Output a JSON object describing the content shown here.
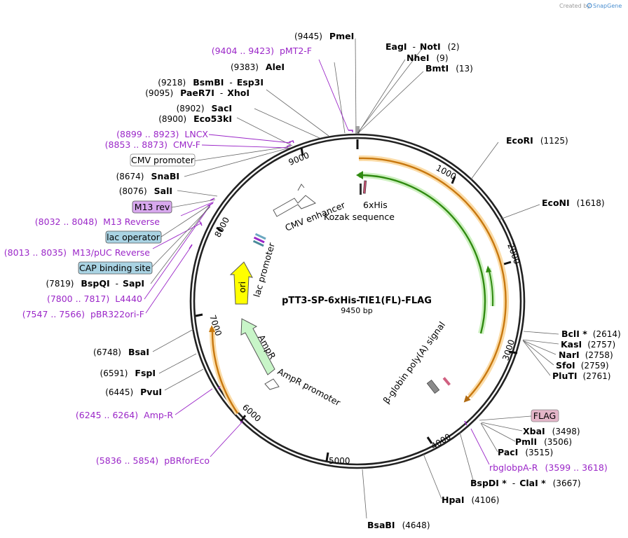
{
  "credit": {
    "created_by": "Created by",
    "brand": "SnapGene"
  },
  "plasmid": {
    "name": "pTT3-SP-6xHis-TIE1(FL)-FLAG",
    "length_label": "9450 bp"
  },
  "ticks": [
    "1000",
    "2000",
    "3000",
    "4000",
    "5000",
    "6000",
    "7000",
    "8000",
    "9000"
  ],
  "sites_right": [
    {
      "pos": "(9445)",
      "name": "PmeI"
    },
    {
      "name": "EagI",
      "sep": "-",
      "name2": "NotI",
      "pos": "(2)"
    },
    {
      "name": "NheI",
      "pos": "(9)"
    },
    {
      "name": "BmtI",
      "pos": "(13)"
    },
    {
      "name": "EcoRI",
      "pos": "(1125)"
    },
    {
      "name": "EcoNI",
      "pos": "(1618)"
    },
    {
      "name": "BclI *",
      "pos": "(2614)"
    },
    {
      "name": "KasI",
      "pos": "(2757)"
    },
    {
      "name": "NarI",
      "pos": "(2758)"
    },
    {
      "name": "SfoI",
      "pos": "(2759)"
    },
    {
      "name": "PluTI",
      "pos": "(2761)"
    },
    {
      "name": "XbaI",
      "pos": "(3498)"
    },
    {
      "name": "PmlI",
      "pos": "(3506)"
    },
    {
      "name": "PacI",
      "pos": "(3515)"
    },
    {
      "name": "BspDI *",
      "sep": "-",
      "name2": "ClaI *",
      "pos": "(3667)"
    },
    {
      "name": "HpaI",
      "pos": "(4106)"
    },
    {
      "name": "BsaBI",
      "pos": "(4648)"
    }
  ],
  "sites_left": [
    {
      "pos": "(9383)",
      "name": "AleI"
    },
    {
      "pos": "(9218)",
      "name": "BsmBI",
      "sep": "-",
      "name2": "Esp3I"
    },
    {
      "pos": "(9095)",
      "name": "PaeR7I",
      "sep": "-",
      "name2": "XhoI"
    },
    {
      "pos": "(8902)",
      "name": "SacI"
    },
    {
      "pos": "(8900)",
      "name": "Eco53kI"
    },
    {
      "pos": "(8674)",
      "name": "SnaBI"
    },
    {
      "pos": "(8076)",
      "name": "SalI"
    },
    {
      "pos": "(7819)",
      "name": "BspQI",
      "sep": "-",
      "name2": "SapI"
    },
    {
      "pos": "(6748)",
      "name": "BsaI"
    },
    {
      "pos": "(6591)",
      "name": "FspI"
    },
    {
      "pos": "(6445)",
      "name": "PvuI"
    }
  ],
  "primers": [
    {
      "range": "(9404 .. 9423)",
      "name": "pMT2-F"
    },
    {
      "range": "(8899 .. 8923)",
      "name": "LNCX"
    },
    {
      "range": "(8853 .. 8873)",
      "name": "CMV-F"
    },
    {
      "range": "(8032 .. 8048)",
      "name": "M13 Reverse"
    },
    {
      "range": "(8013 .. 8035)",
      "name": "M13/pUC Reverse"
    },
    {
      "range": "(7800 .. 7817)",
      "name": "L4440"
    },
    {
      "range": "(7547 .. 7566)",
      "name": "pBR322ori-F"
    },
    {
      "range": "(6245 .. 6264)",
      "name": "Amp-R"
    },
    {
      "range": "(5836 .. 5854)",
      "name": "pBRforEco"
    },
    {
      "name": "rbglobpA-R",
      "range": "(3599 .. 3618)"
    }
  ],
  "boxed_labels": {
    "cmv_promoter": "CMV promoter",
    "m13_rev": "M13 rev",
    "lac_operator": "lac operator",
    "cap_site": "CAP binding site",
    "flag": "FLAG"
  },
  "features": {
    "cmv_enhancer": "CMV enhancer",
    "his": "6xHis",
    "kozak": "Kozak sequence",
    "lac_promoter": "lac promoter",
    "ori": "ori",
    "ampr": "AmpR",
    "ampr_promoter": "AmpR promoter",
    "betaglobin": "β-globin poly(A) signal"
  },
  "colors": {
    "purple": "#9b27c8",
    "orange": "#f0a030",
    "green": "#3a9a16",
    "yellow": "#ffff00",
    "ampr_fill": "#c8f5c8",
    "flag_box": "#e3b5c8",
    "lac_box": "#a9d3e3",
    "m13_box": "#d8a8ee"
  }
}
